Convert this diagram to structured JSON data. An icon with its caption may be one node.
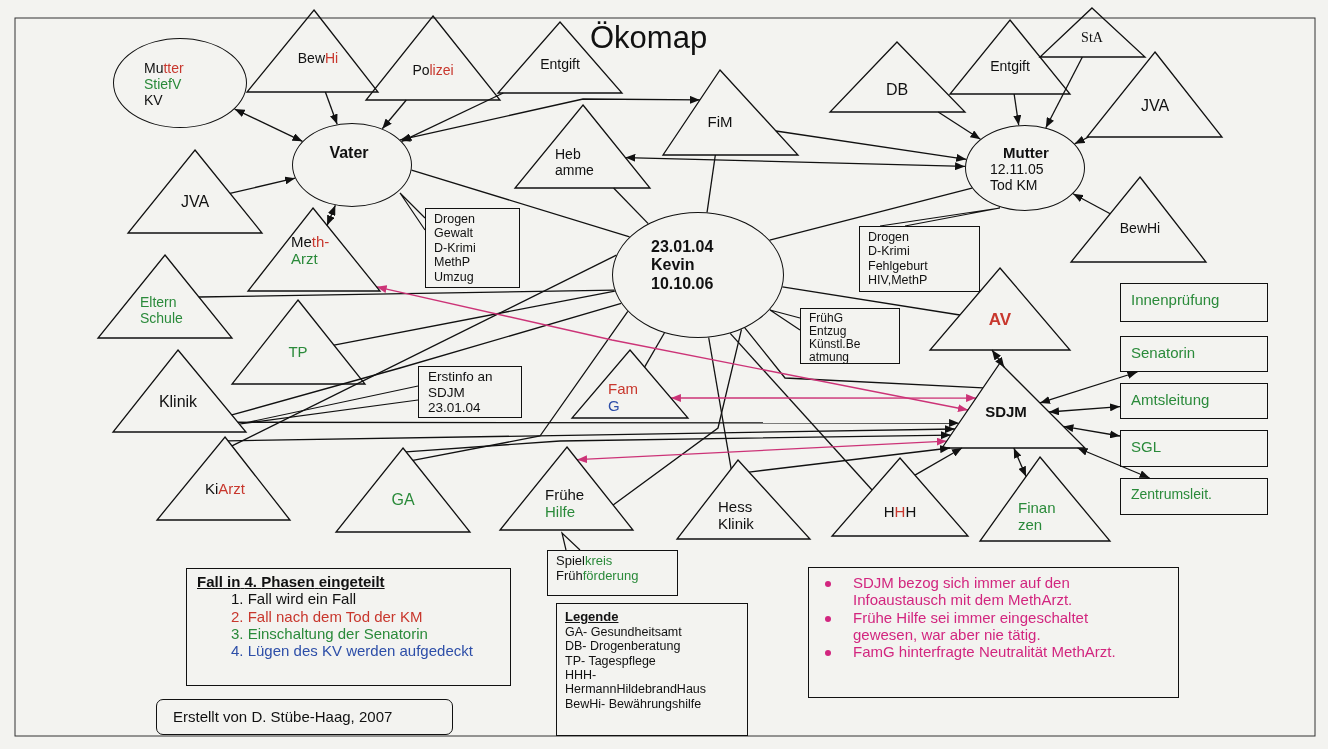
{
  "diagram": {
    "title": "Ökomap",
    "nodes": [
      {
        "text": [
          "Mutter StiefV KV"
        ]
      },
      {
        "text": [
          "BewHi"
        ]
      },
      {
        "text": [
          "Polizei"
        ]
      },
      {
        "text": [
          "Entgift"
        ]
      },
      {
        "text": [
          "Vater"
        ]
      },
      {
        "text": [
          "JVA"
        ]
      },
      {
        "text": [
          "Heb amme"
        ]
      },
      {
        "text": [
          "FiM"
        ]
      },
      {
        "text": [
          "Drogen Gewalt D-Krimi MethP Umzug"
        ]
      },
      {
        "text": [
          "Meth- Arzt"
        ]
      },
      {
        "text": [
          "23.01.04 Kevin 10.10.06"
        ]
      },
      {
        "text": [
          "Eltern Schule"
        ]
      },
      {
        "text": [
          "TP"
        ]
      },
      {
        "text": [
          "Klinik"
        ]
      },
      {
        "text": [
          "Erstinfo an SDJM 23.01.04"
        ]
      },
      {
        "text": [
          "KiArzt"
        ]
      },
      {
        "text": [
          "GA"
        ]
      },
      {
        "text": [
          "Fam G"
        ]
      },
      {
        "text": [
          "Frühe Hilfe"
        ]
      },
      {
        "text": [
          "Spielkreis Frühförderung"
        ]
      },
      {
        "text": [
          "Hess Klinik"
        ]
      },
      {
        "text": [
          "HHH"
        ]
      },
      {
        "text": [
          "DB"
        ]
      },
      {
        "text": [
          "Entgift"
        ]
      },
      {
        "text": [
          "StA"
        ]
      },
      {
        "text": [
          "JVA"
        ]
      },
      {
        "text": [
          "Mutter",
          "12.11.05 Tod KM"
        ]
      },
      {
        "text": [
          "BewHi"
        ]
      },
      {
        "text": [
          "Drogen D-Krimi Fehlgeburt HIV,MethP"
        ]
      },
      {
        "text": [
          "FrühG Entzug Künstl.Be atmung"
        ]
      },
      {
        "text": [
          "AV"
        ]
      },
      {
        "text": [
          "SDJM"
        ]
      },
      {
        "text": [
          "Finan zen"
        ]
      },
      {
        "text": [
          "Innenprüfung"
        ]
      },
      {
        "text": [
          "Senatorin"
        ]
      },
      {
        "text": [
          "Amtsleitung"
        ]
      },
      {
        "text": [
          "SGL"
        ]
      },
      {
        "text": [
          "Zentrumsleit."
        ]
      },
      {
        "text": [
          "Fall in 4. Phasen eingeteilt",
          "1. Fall wird ein Fall",
          "2. Fall nach dem Tod der KM",
          "3. Einschaltung der Senatorin",
          "4. Lügen des KV werden aufgedeckt"
        ]
      },
      {
        "text": [
          "Erstellt von D. Stübe-Haag, 2007"
        ]
      },
      {
        "text": [
          "Legende",
          "GA- Gesundheitsamt",
          "DB- Drogenberatung",
          "TP- Tagespflege",
          "HHH- HermannHildebrandHaus",
          "BewHi- Bewährungshilfe"
        ]
      },
      {
        "text": [
          "SDJM bezog sich immer auf den Infoaustausch mit dem MethArzt.",
          "Frühe Hilfe sei immer eingeschaltet gewesen, war aber nie tätig.",
          "FamG hinterfragte Neutralität MethArzt."
        ]
      }
    ],
    "edges": [
      {
        "from": 0,
        "to": 4,
        "arrow": "both"
      },
      {
        "from": 1,
        "to": 4,
        "arrow": "to"
      },
      {
        "from": 2,
        "to": 4,
        "arrow": "to"
      },
      {
        "from": 3,
        "to": 4,
        "arrow": "to"
      },
      {
        "from": 4,
        "to": 7,
        "arrow": "both"
      },
      {
        "from": 5,
        "to": 4,
        "arrow": "to"
      },
      {
        "from": 9,
        "to": 4,
        "arrow": "both"
      },
      {
        "from": 4,
        "to": 10,
        "arrow": "none"
      },
      {
        "from": 6,
        "to": 26,
        "arrow": "both"
      },
      {
        "from": 6,
        "to": 10,
        "arrow": "none"
      },
      {
        "from": 7,
        "to": 10,
        "arrow": "none"
      },
      {
        "from": 7,
        "to": 26,
        "arrow": "to"
      },
      {
        "from": 22,
        "to": 26,
        "arrow": "to"
      },
      {
        "from": 23,
        "to": 26,
        "arrow": "to"
      },
      {
        "from": 24,
        "to": 26,
        "arrow": "to"
      },
      {
        "from": 25,
        "to": 26,
        "arrow": "to"
      },
      {
        "from": 27,
        "to": 26,
        "arrow": "to"
      },
      {
        "from": 10,
        "to": 26,
        "arrow": "none"
      },
      {
        "from": 11,
        "to": 10,
        "arrow": "none"
      },
      {
        "from": 12,
        "to": 10,
        "arrow": "none"
      },
      {
        "from": 13,
        "to": 10,
        "arrow": "none"
      },
      {
        "from": 13,
        "to": 31,
        "arrow": "to"
      },
      {
        "from": 15,
        "to": 10,
        "arrow": "none"
      },
      {
        "from": 15,
        "to": 31,
        "arrow": "to"
      },
      {
        "from": 16,
        "to": 10,
        "arrow": "none"
      },
      {
        "from": 16,
        "to": 31,
        "arrow": "to"
      },
      {
        "from": 17,
        "to": 10,
        "arrow": "none"
      },
      {
        "from": 18,
        "to": 10,
        "arrow": "none"
      },
      {
        "from": 20,
        "to": 10,
        "arrow": "none"
      },
      {
        "from": 20,
        "to": 31,
        "arrow": "to"
      },
      {
        "from": 21,
        "to": 10,
        "arrow": "none"
      },
      {
        "from": 21,
        "to": 31,
        "arrow": "to"
      },
      {
        "from": 10,
        "to": 30,
        "arrow": "none"
      },
      {
        "from": 10,
        "to": 31,
        "arrow": "none"
      },
      {
        "from": 9,
        "to": 31,
        "arrow": "both",
        "color": "#cc3377"
      },
      {
        "from": 17,
        "to": 31,
        "arrow": "both",
        "color": "#cc3377"
      },
      {
        "from": 18,
        "to": 31,
        "arrow": "both",
        "color": "#cc3377"
      },
      {
        "from": 30,
        "to": 31,
        "arrow": "both"
      },
      {
        "from": 31,
        "to": 34,
        "arrow": "both"
      },
      {
        "from": 31,
        "to": 35,
        "arrow": "both"
      },
      {
        "from": 31,
        "to": 36,
        "arrow": "both"
      },
      {
        "from": 31,
        "to": 37,
        "arrow": "both"
      },
      {
        "from": 31,
        "to": 32,
        "arrow": "both"
      }
    ]
  }
}
